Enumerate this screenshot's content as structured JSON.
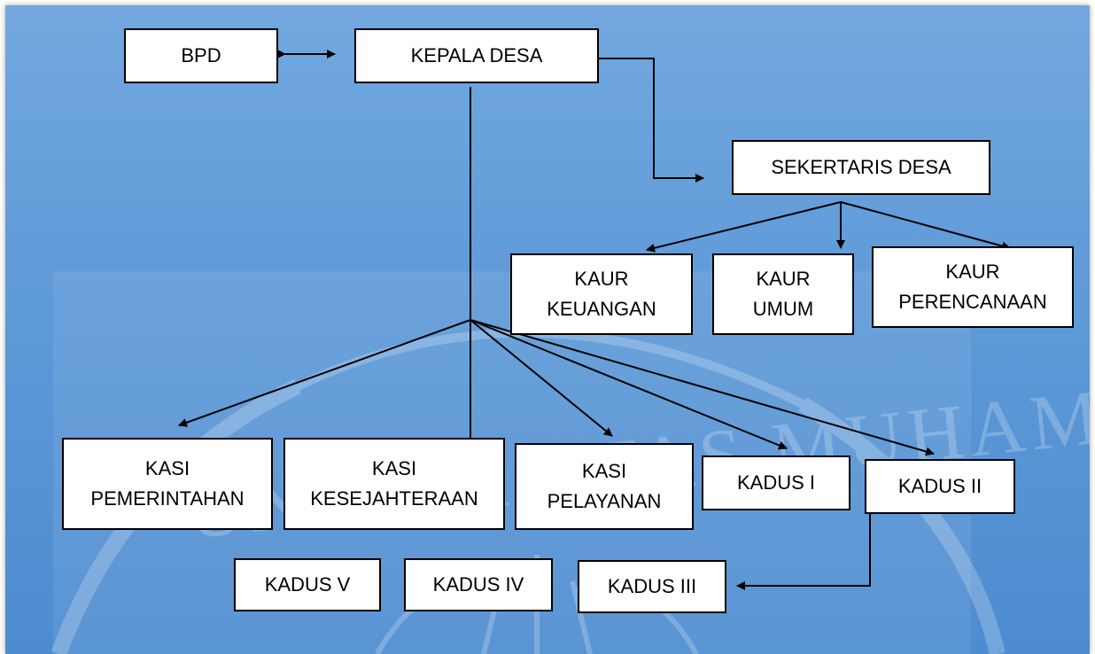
{
  "nodes": {
    "bpd": "BPD",
    "kepala_desa": "KEPALA DESA",
    "sekertaris_desa": "SEKERTARIS DESA",
    "kaur_keuangan": "KAUR\nKEUANGAN",
    "kaur_umum": "KAUR\nUMUM",
    "kaur_perencanaan": "KAUR\nPERENCANAAN",
    "kasi_pemerintahan": "KASI\nPEMERINTAHAN",
    "kasi_kesejahteraan": "KASI\nKESEJAHTERAAN",
    "kasi_pelayanan": "KASI\nPELAYANAN",
    "kadus_1": "KADUS I",
    "kadus_2": "KADUS II",
    "kadus_3": "KADUS III",
    "kadus_4": "KADUS IV",
    "kadus_5": "KADUS V"
  },
  "watermark_text": "UNIVERSITAS MUHAMMADIYAH",
  "colors": {
    "background": "#5f9ad8",
    "box": "#ffffff",
    "line": "#000000"
  }
}
